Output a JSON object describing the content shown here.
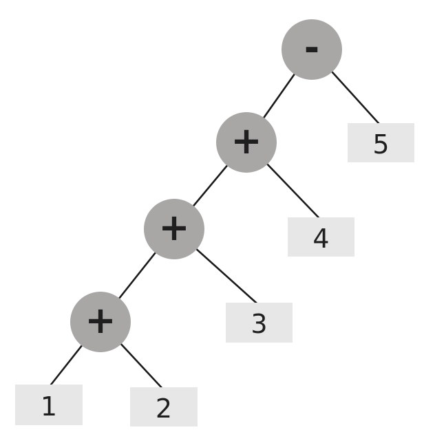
{
  "diagram": {
    "type": "binary-expression-tree",
    "background": "#ffffff",
    "style": {
      "operator_fill": "#a9a6a6",
      "operand_fill": "#e8e7e7",
      "edge_color": "#1a1a1a",
      "text_color": "#1f1f1f"
    },
    "nodes": [
      {
        "id": "op-minus",
        "kind": "operator",
        "label": "-"
      },
      {
        "id": "op-plus-1",
        "kind": "operator",
        "label": "+"
      },
      {
        "id": "op-plus-2",
        "kind": "operator",
        "label": "+"
      },
      {
        "id": "op-plus-3",
        "kind": "operator",
        "label": "+"
      },
      {
        "id": "leaf-1",
        "kind": "operand",
        "label": "1"
      },
      {
        "id": "leaf-2",
        "kind": "operand",
        "label": "2"
      },
      {
        "id": "leaf-3",
        "kind": "operand",
        "label": "3"
      },
      {
        "id": "leaf-4",
        "kind": "operand",
        "label": "4"
      },
      {
        "id": "leaf-5",
        "kind": "operand",
        "label": "5"
      }
    ],
    "edges": [
      {
        "from": "op-minus",
        "to": "op-plus-1"
      },
      {
        "from": "op-minus",
        "to": "leaf-5"
      },
      {
        "from": "op-plus-1",
        "to": "op-plus-2"
      },
      {
        "from": "op-plus-1",
        "to": "leaf-4"
      },
      {
        "from": "op-plus-2",
        "to": "op-plus-3"
      },
      {
        "from": "op-plus-2",
        "to": "leaf-3"
      },
      {
        "from": "op-plus-3",
        "to": "leaf-1"
      },
      {
        "from": "op-plus-3",
        "to": "leaf-2"
      }
    ]
  }
}
